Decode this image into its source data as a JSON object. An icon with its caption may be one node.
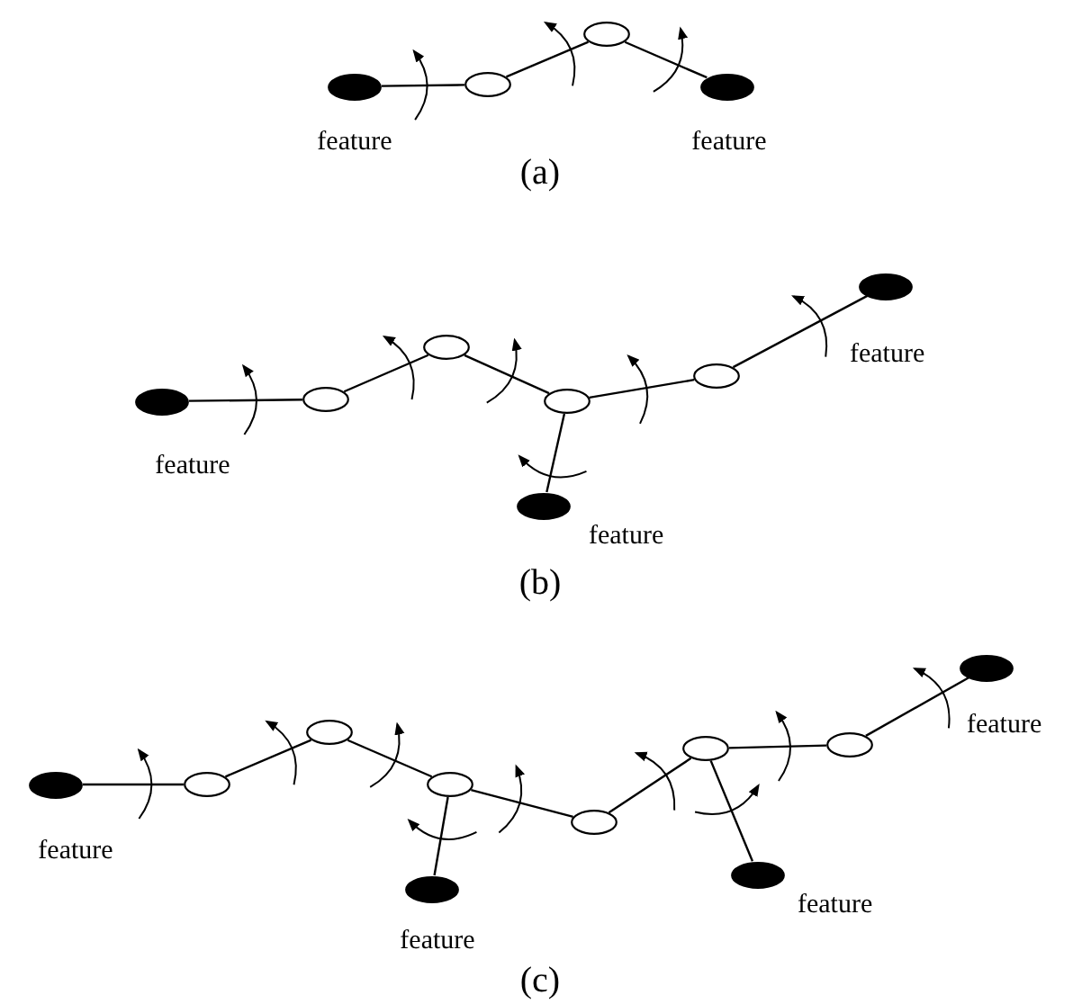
{
  "diagram": {
    "nodes": [
      {
        "text": [],
        "shape": "dot",
        "beside": [
          "feature"
        ]
      },
      {
        "text": [],
        "shape": "ellipse"
      },
      {
        "text": [],
        "shape": "ellipse"
      },
      {
        "text": [],
        "shape": "dot",
        "beside": [
          "feature"
        ]
      },
      {
        "text": [],
        "shape": "dot",
        "beside": [
          "feature"
        ]
      },
      {
        "text": [],
        "shape": "ellipse"
      },
      {
        "text": [],
        "shape": "ellipse"
      },
      {
        "text": [],
        "shape": "ellipse"
      },
      {
        "text": [],
        "shape": "dot",
        "beside": [
          "feature"
        ]
      },
      {
        "text": [],
        "shape": "ellipse"
      },
      {
        "text": [],
        "shape": "dot",
        "beside": [
          "feature"
        ]
      },
      {
        "text": [],
        "shape": "dot",
        "beside": [
          "feature"
        ]
      },
      {
        "text": [],
        "shape": "ellipse"
      },
      {
        "text": [],
        "shape": "ellipse"
      },
      {
        "text": [],
        "shape": "ellipse"
      },
      {
        "text": [],
        "shape": "dot",
        "beside": [
          "feature"
        ]
      },
      {
        "text": [],
        "shape": "ellipse"
      },
      {
        "text": [],
        "shape": "ellipse"
      },
      {
        "text": [],
        "shape": "dot",
        "beside": [
          "feature"
        ]
      },
      {
        "text": [],
        "shape": "ellipse"
      },
      {
        "text": [],
        "shape": "dot",
        "beside": [
          "feature"
        ]
      }
    ],
    "edges": [
      {
        "from": 0,
        "to": 1,
        "arrow": "none"
      },
      {
        "from": 1,
        "to": 2,
        "arrow": "none"
      },
      {
        "from": 2,
        "to": 3,
        "arrow": "none"
      },
      {
        "from": 4,
        "to": 5,
        "arrow": "none"
      },
      {
        "from": 5,
        "to": 6,
        "arrow": "none"
      },
      {
        "from": 6,
        "to": 7,
        "arrow": "none"
      },
      {
        "from": 7,
        "to": 8,
        "arrow": "none"
      },
      {
        "from": 7,
        "to": 9,
        "arrow": "none"
      },
      {
        "from": 9,
        "to": 10,
        "arrow": "none"
      },
      {
        "from": 11,
        "to": 12,
        "arrow": "none"
      },
      {
        "from": 12,
        "to": 13,
        "arrow": "none"
      },
      {
        "from": 13,
        "to": 14,
        "arrow": "none"
      },
      {
        "from": 14,
        "to": 15,
        "arrow": "none"
      },
      {
        "from": 14,
        "to": 16,
        "arrow": "none"
      },
      {
        "from": 16,
        "to": 17,
        "arrow": "none"
      },
      {
        "from": 17,
        "to": 18,
        "arrow": "none"
      },
      {
        "from": 17,
        "to": 19,
        "arrow": "none"
      },
      {
        "from": 19,
        "to": 20,
        "arrow": "none"
      }
    ],
    "labels": [
      "(a)",
      "(b)",
      "(c)"
    ]
  }
}
